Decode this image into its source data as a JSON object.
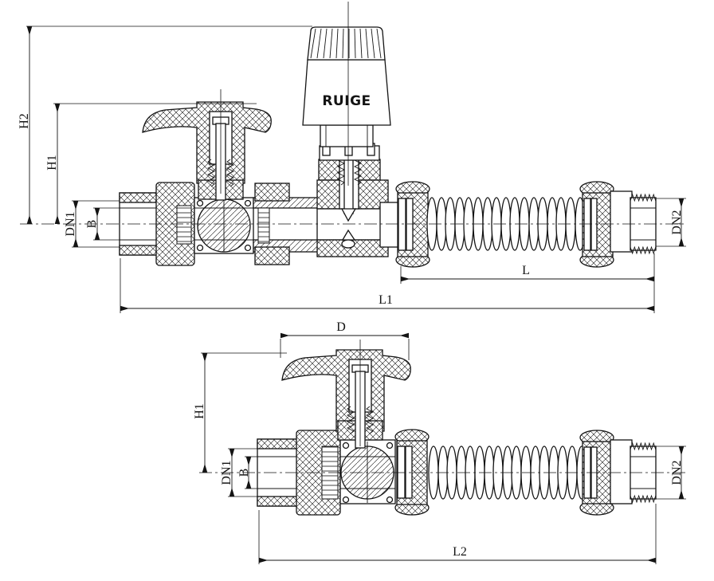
{
  "figure": {
    "brand_logo": "RUIGE",
    "top_view": {
      "labels": {
        "h2": "H2",
        "h1": "H1",
        "dn1": "DN1",
        "b": "B",
        "dn2": "DN2",
        "l": "L",
        "l1": "L1"
      }
    },
    "bottom_view": {
      "labels": {
        "d": "D",
        "h1": "H1",
        "dn1": "DN1",
        "b": "B",
        "dn2": "DN2",
        "l2": "L2"
      }
    }
  }
}
